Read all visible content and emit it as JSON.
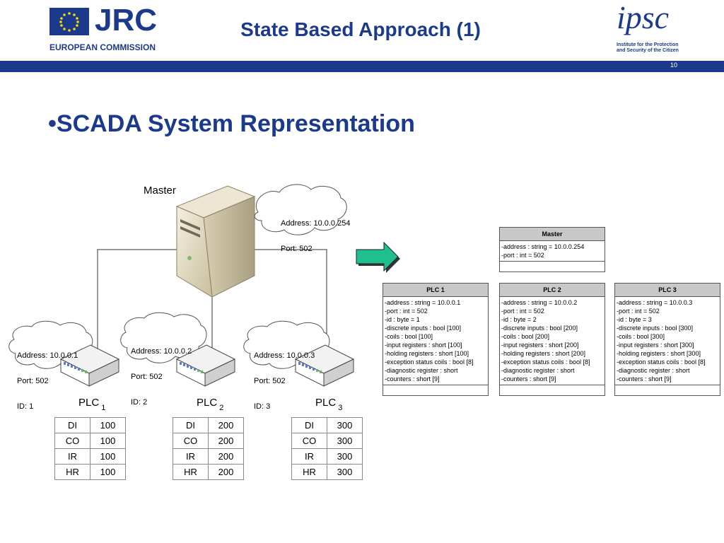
{
  "header": {
    "jrc_text": "JRC",
    "jrc_sub": "EUROPEAN COMMISSION",
    "title": "State Based Approach (1)",
    "ipsc_word": "ipsc",
    "ipsc_sub_1": "Institute for the Protection",
    "ipsc_sub_2": "and Security of the Citizen",
    "page_number": "10",
    "brand_color": "#1b3a8c"
  },
  "bullet": {
    "symbol": "•",
    "text": "SCADA System Representation"
  },
  "network": {
    "master_label": "Master",
    "master_cloud": [
      "Address: 10.0.0.254",
      "Port: 502"
    ],
    "plcs": [
      {
        "label": "PLC",
        "index": "1",
        "cloud": [
          "Address: 10.0.0.1",
          "Port: 502",
          "ID: 1"
        ]
      },
      {
        "label": "PLC",
        "index": "2",
        "cloud": [
          "Address: 10.0.0.2",
          "Port: 502",
          "ID: 2"
        ]
      },
      {
        "label": "PLC",
        "index": "3",
        "cloud": [
          "Address: 10.0.0.3",
          "Port: 502",
          "ID: 3"
        ]
      }
    ]
  },
  "register_tables": [
    {
      "rows": [
        [
          "DI",
          "100"
        ],
        [
          "CO",
          "100"
        ],
        [
          "IR",
          "100"
        ],
        [
          "HR",
          "100"
        ]
      ]
    },
    {
      "rows": [
        [
          "DI",
          "200"
        ],
        [
          "CO",
          "200"
        ],
        [
          "IR",
          "200"
        ],
        [
          "HR",
          "200"
        ]
      ]
    },
    {
      "rows": [
        [
          "DI",
          "300"
        ],
        [
          "CO",
          "300"
        ],
        [
          "IR",
          "300"
        ],
        [
          "HR",
          "300"
        ]
      ]
    }
  ],
  "uml": {
    "master": {
      "title": "Master",
      "attrs": [
        "-address : string = 10.0.0.254",
        "-port : int = 502"
      ]
    },
    "plcs": [
      {
        "title": "PLC 1",
        "attrs": [
          "-address : string = 10.0.0.1",
          "-port : int = 502",
          "-id : byte = 1",
          "-discrete inputs : bool [100]",
          "-coils : bool [100]",
          "-input registers : short [100]",
          "-holding registers : short [100]",
          "-exception status coils : bool [8]",
          "-diagnostic register : short",
          "-counters : short [9]"
        ]
      },
      {
        "title": "PLC 2",
        "attrs": [
          "-address : string = 10.0.0.2",
          "-port : int = 502",
          "-id : byte = 2",
          "-discrete inputs : bool [200]",
          "-coils : bool [200]",
          "-input registers : short [200]",
          "-holding registers : short [200]",
          "-exception status coils : bool [8]",
          "-diagnostic register : short",
          "-counters : short [9]"
        ]
      },
      {
        "title": "PLC 3",
        "attrs": [
          "-address : string = 10.0.0.3",
          "-port : int = 502",
          "-id : byte = 3",
          "-discrete inputs : bool [300]",
          "-coils : bool [300]",
          "-input registers : short [300]",
          "-holding registers : short [300]",
          "-exception status coils : bool [8]",
          "-diagnostic register : short",
          "-counters : short [9]"
        ]
      }
    ]
  },
  "arrow_color": "#1fbf8f"
}
